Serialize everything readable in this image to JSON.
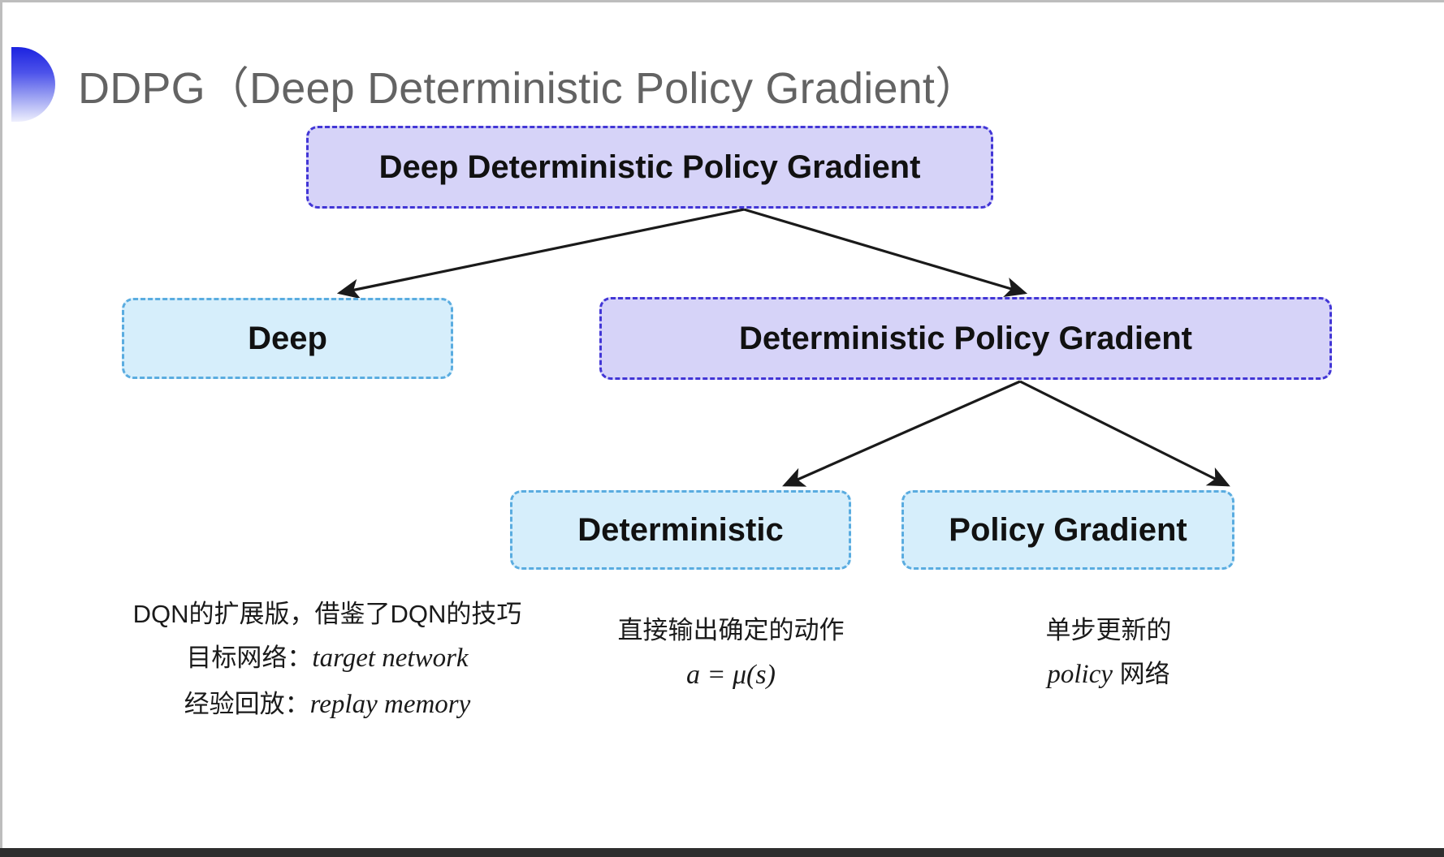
{
  "slide": {
    "title": "DDPG（Deep Deterministic Policy Gradient）",
    "bullet_icon": "half-circle-bullet-icon",
    "background": "#ffffff"
  },
  "colors": {
    "purple_fill": "#d6d3f8",
    "purple_border": "#4236d6",
    "blue_fill": "#d6eefb",
    "blue_border": "#5aace0",
    "title_text": "#636363",
    "body_text": "#1a1a1a",
    "arrow": "#1a1a1a",
    "bullet_gradient_start": "#1c23e0",
    "bullet_gradient_end": "#eeeffd"
  },
  "diagram": {
    "type": "tree",
    "nodes": [
      {
        "id": "root",
        "label": "Deep Deterministic Policy Gradient",
        "style": "purple",
        "level": 0
      },
      {
        "id": "deep",
        "label": "Deep",
        "style": "blue",
        "level": 1
      },
      {
        "id": "dpg",
        "label": "Deterministic Policy Gradient",
        "style": "purple",
        "level": 1
      },
      {
        "id": "deterministic",
        "label": "Deterministic",
        "style": "blue",
        "level": 2
      },
      {
        "id": "policy_gradient",
        "label": "Policy Gradient",
        "style": "blue",
        "level": 2
      }
    ],
    "edges": [
      {
        "from": "root",
        "to": "deep"
      },
      {
        "from": "root",
        "to": "dpg"
      },
      {
        "from": "dpg",
        "to": "deterministic"
      },
      {
        "from": "dpg",
        "to": "policy_gradient"
      }
    ]
  },
  "captions": {
    "deep": {
      "line1": "DQN的扩展版，借鉴了DQN的技巧",
      "line2_label": "目标网络：",
      "line2_term": "target network",
      "line3_label": "经验回放：",
      "line3_term": "replay memory"
    },
    "deterministic": {
      "line1": "直接输出确定的动作",
      "formula": "a = μ(s)"
    },
    "policy_gradient": {
      "line1": "单步更新的",
      "line2_term": "policy",
      "line2_suffix": " 网络"
    }
  }
}
